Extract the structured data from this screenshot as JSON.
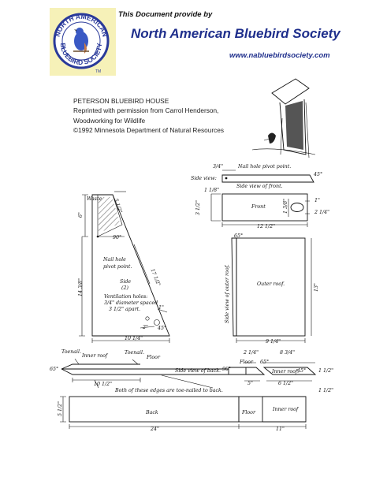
{
  "header": {
    "provide_text": "This Document provide by",
    "org_name": "North American Bluebird Society",
    "website": "www.nabluebirdsociety.com",
    "logo": {
      "text_top": "NORTH AMERICAN",
      "text_bottom": "BLUEBIRD SOCIETY",
      "tm": "TM",
      "colors": {
        "background": "#f6f1b8",
        "ring": "#2a3a9a",
        "text": "#2a3a9a",
        "bird": "#3a59c4"
      }
    }
  },
  "credits": {
    "title": "PETERSON BLUEBIRD HOUSE",
    "line2": "Reprinted with permission from Carrol Henderson,",
    "line3": "Woodworking for Wildlife",
    "line4": "©1992 Minnesota Department of Natural Resources"
  },
  "front_view": {
    "dim_top": "3/4\"",
    "nail_note": "Nail hole pivot point.",
    "angle": "45°",
    "side_view_label": "Side view:",
    "side_view_front": "Side view of front.",
    "dim_left": "1 1/8\"",
    "dim_height": "3 1/2\"",
    "front_label": "Front",
    "hole_height": "1 3/8\"",
    "hole_dim": "1\"",
    "right_dim": "2 1/4\"",
    "width": "12 1/2\""
  },
  "side_panel": {
    "waste": "Waste",
    "top_dim": "5 1/2\"",
    "left_top": "6\"",
    "angle_90": "90°",
    "nail_note_1": "Nail hole",
    "nail_note_2": "pivot point.",
    "slant_dim": "17 1/2\"",
    "side_label_1": "Side",
    "side_label_2": "(2)",
    "height": "14 3/8\"",
    "vent_1": "Ventilation holes:",
    "vent_2": "3/4\" diameter spaced",
    "vent_3": "3 1/2\" apart.",
    "corner_1": "1\"",
    "corner_2": "2\"",
    "corner_angle": "45°",
    "width": "10 1/4\""
  },
  "roof": {
    "top_angle": "65°",
    "side_label": "Side view of outer roof.",
    "label": "Outer roof.",
    "height": "13\"",
    "width": "9 1/4\""
  },
  "board": {
    "toenail_left": "Toenail.",
    "inner_roof_small": "Inner roof",
    "toenail_mid": "Toenail.",
    "floor_small": "Floor",
    "angle_left": "65°",
    "side_view_back": "Side view of back.",
    "angle_90": "90°",
    "dim_214": "2 1/4\"",
    "dim_834": "8 3/4\"",
    "floor": "Floor",
    "angle_65": "65°",
    "inner_roof": "Inner roof.",
    "angle_45": "45°",
    "dim_112a": "1 1/2\"",
    "dim_1012": "10 1/2\"",
    "dim_5": "5\"",
    "dim_612": "6 1/2\"",
    "edges_note": "Both of these edges are toe-nailed to back.",
    "dim_112b": "1 1/2\"",
    "board_height": "5 1/2\"",
    "back": "Back",
    "floor_lower": "Floor",
    "inner_roof_lower": "Inner roof",
    "total": "24\"",
    "right_total": "11\""
  }
}
